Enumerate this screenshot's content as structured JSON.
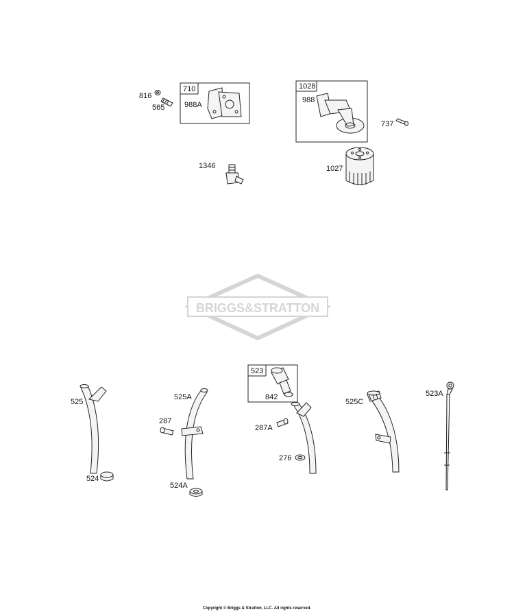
{
  "watermark": {
    "text": "BRIGGS&STRATTON"
  },
  "callouts": {
    "p816": "816",
    "p565": "565",
    "p710": "710",
    "p988A": "988A",
    "p1028": "1028",
    "p988": "988",
    "p737": "737",
    "p1346": "1346",
    "p1027": "1027",
    "p525": "525",
    "p524": "524",
    "p525A": "525A",
    "p287": "287",
    "p524A": "524A",
    "p523": "523",
    "p842": "842",
    "p287A": "287A",
    "p276": "276",
    "p525C": "525C",
    "p523A": "523A"
  },
  "footer": {
    "copyright": "Copyright © Briggs & Stratton, LLC. All rights reserved."
  }
}
